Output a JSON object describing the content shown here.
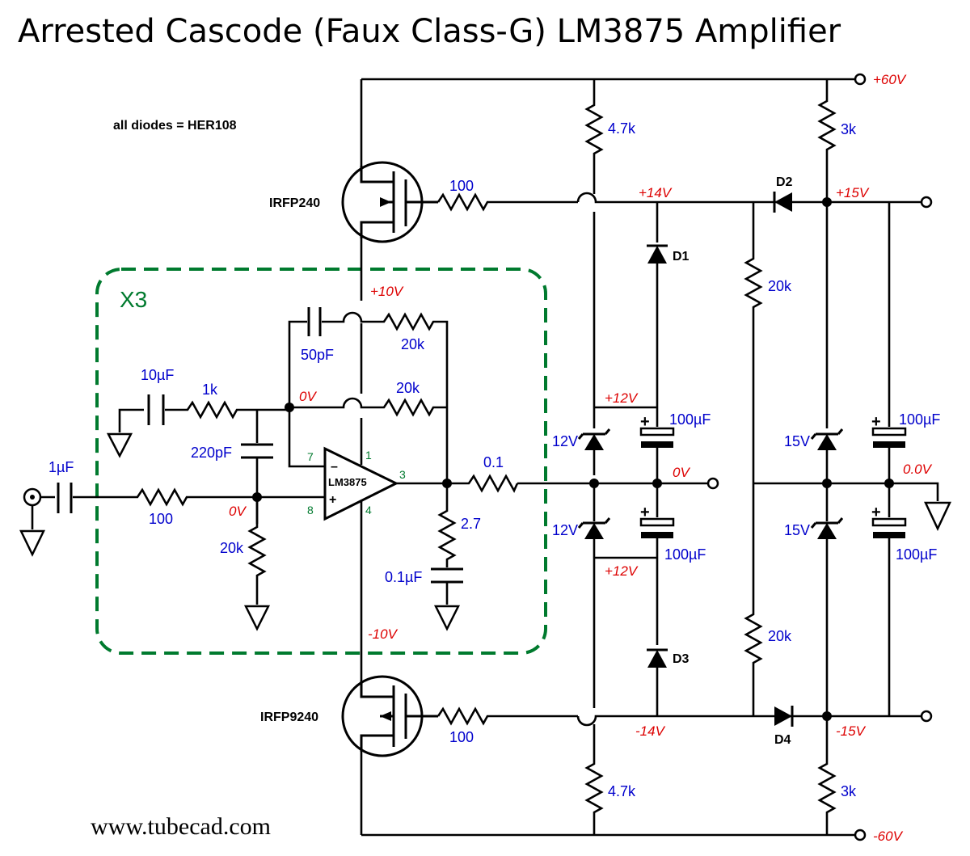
{
  "title": "Arrested Cascode (Faux Class-G) LM3875 Amplifier",
  "note": "all diodes = HER108",
  "website": "www.tubecad.com",
  "module_label": "X3",
  "colors": {
    "values": "#0000cc",
    "voltages": "#dd0000",
    "module": "#007a2e"
  },
  "voltages": {
    "pos60": "+60V",
    "neg60": "-60V",
    "pos14": "+14V",
    "neg14": "-14V",
    "pos15": "+15V",
    "neg15": "-15V",
    "pos10": "+10V",
    "neg10": "-10V",
    "pos12a": "+12V",
    "pos12b": "+12V",
    "zero_in": "0V",
    "zero_fb": "0V",
    "zero_out": "0V",
    "zero_rail": "0.0V"
  },
  "parts": {
    "mosfet_top": "IRFP240",
    "mosfet_bot": "IRFP9240",
    "r_gate_top": "100",
    "r_gate_bot": "100",
    "r_top_left": "4.7k",
    "r_bot_left": "4.7k",
    "r_top_right": "3k",
    "r_bot_right": "3k",
    "r_mid_top": "20k",
    "r_mid_bot": "20k",
    "d1": "D1",
    "d2": "D2",
    "d3": "D3",
    "d4": "D4",
    "z1": "12V",
    "z2": "12V",
    "z3": "15V",
    "z4": "15V",
    "c1": "100µF",
    "c2": "100µF",
    "c3": "100µF",
    "c4": "100µF",
    "c_in": "1µF",
    "r_in": "100",
    "c_filter": "220pF",
    "r_bias": "20k",
    "c_gnd": "10µF",
    "r_gnd": "1k",
    "c_comp": "50pF",
    "r_fb1": "20k",
    "r_fb2": "20k",
    "r_out": "0.1",
    "r_zobel": "2.7",
    "c_zobel": "0.1µF",
    "ic": "LM3875",
    "pin1": "1",
    "pin3": "3",
    "pin4": "4",
    "pin7": "7",
    "pin8": "8",
    "minus": "–",
    "plus": "+"
  }
}
